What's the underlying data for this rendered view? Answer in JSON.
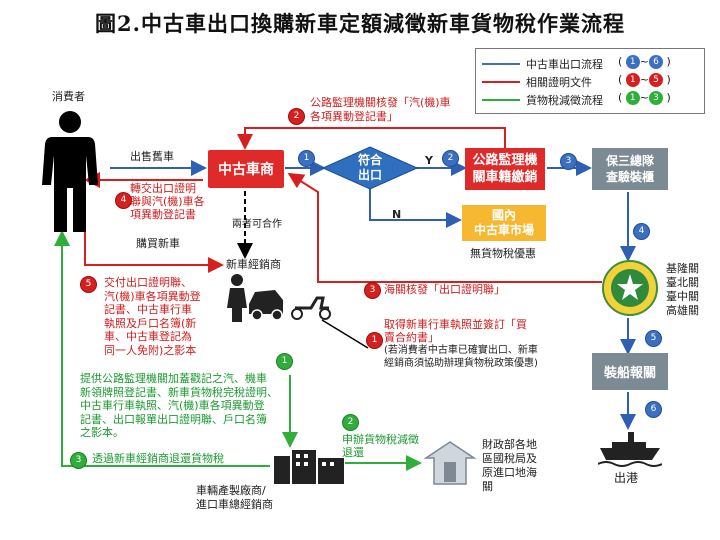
{
  "title": "圖2.中古車出口換購新車定額減徵新車貨物稅作業流程",
  "legend": {
    "items": [
      {
        "label": "中古車出口流程",
        "open": "(",
        "from": "1",
        "sep": "~",
        "to": "6",
        "close": ")",
        "color": "#3b6fbf"
      },
      {
        "label": "相關證明文件",
        "open": "(",
        "from": "1",
        "sep": "~",
        "to": "5",
        "close": ")",
        "color": "#d62020"
      },
      {
        "label": "貨物稅減徵流程",
        "open": "(",
        "from": "1",
        "sep": "~",
        "to": "3",
        "close": ")",
        "color": "#2fae3b"
      }
    ]
  },
  "nodes": {
    "consumer": "消費者",
    "used_car_dealer": "中古車商",
    "match_decision": {
      "line1": "符合",
      "line2": "出口"
    },
    "dmv_cancel": {
      "line1": "公路監理機",
      "line2": "關車籍繳銷"
    },
    "domestic_market": {
      "line1": "國內",
      "line2": "中古車市場"
    },
    "no_tax_benefit": "無貨物稅優惠",
    "police_inspection": {
      "line1": "保三總隊",
      "line2": "查驗裝櫃"
    },
    "customs_list": [
      "基隆關",
      "臺北關",
      "臺中關",
      "高雄關"
    ],
    "shipping_declaration": "裝船報關",
    "departure": "出港",
    "new_car_dealer": "新車經銷商",
    "cooperate": "兩者可合作",
    "manufacturer": {
      "line1": "車輛產製廠商/",
      "line2": "進口車總經銷商"
    },
    "tax_bureau": {
      "line1": "財政部各地",
      "line2": "區國稅局及",
      "line3": "原進口地海",
      "line4": "關"
    }
  },
  "labels": {
    "sell_old": "出售舊車",
    "buy_new": "購買新車",
    "yes": "Y",
    "no": "N",
    "dmv_issue": {
      "line1": "公路監理機關核發「汽(機)車",
      "line2": "各項異動登記書」"
    },
    "transfer_docs": {
      "line1": "轉交出口證明",
      "line2": "聯與汽(機)車各",
      "line3": "項異動登記書"
    },
    "customs_issue": "海關核發「出口證明聯」",
    "submit_docs": [
      "交付出口證明聯、",
      "汽(機)車各項異動登",
      "記書、中古車行車",
      "執照及戶口名簿(新",
      "車、中古車登記為",
      "同一人免附)之影本"
    ],
    "contract": {
      "line1": "取得新車行車執照並簽訂「買",
      "line2": "賣合約書」",
      "note1": "(若消費者中古車已確實出口、新車",
      "note2": "經銷商須協助辦理貨物稅政策優惠)"
    },
    "provide_docs": [
      "提供公路監理機關加蓋戳記之汽、機車",
      "新領牌照登記書、新車貨物稅完稅證明、",
      "中古車行車執照、汽(機)車各項異動登",
      "記書、出口報單出口證明聯、戶口名簿",
      "之影本。"
    ],
    "apply_reduction": {
      "line1": "申辦貨物稅減徵",
      "line2": "退還"
    },
    "refund_via_dealer": "透過新車經銷商退還貨物稅"
  },
  "steps": {
    "blue": [
      "1",
      "2",
      "3",
      "4",
      "5",
      "6"
    ],
    "red": [
      "1",
      "2",
      "3",
      "4",
      "5"
    ],
    "green": [
      "1",
      "2",
      "3"
    ]
  }
}
